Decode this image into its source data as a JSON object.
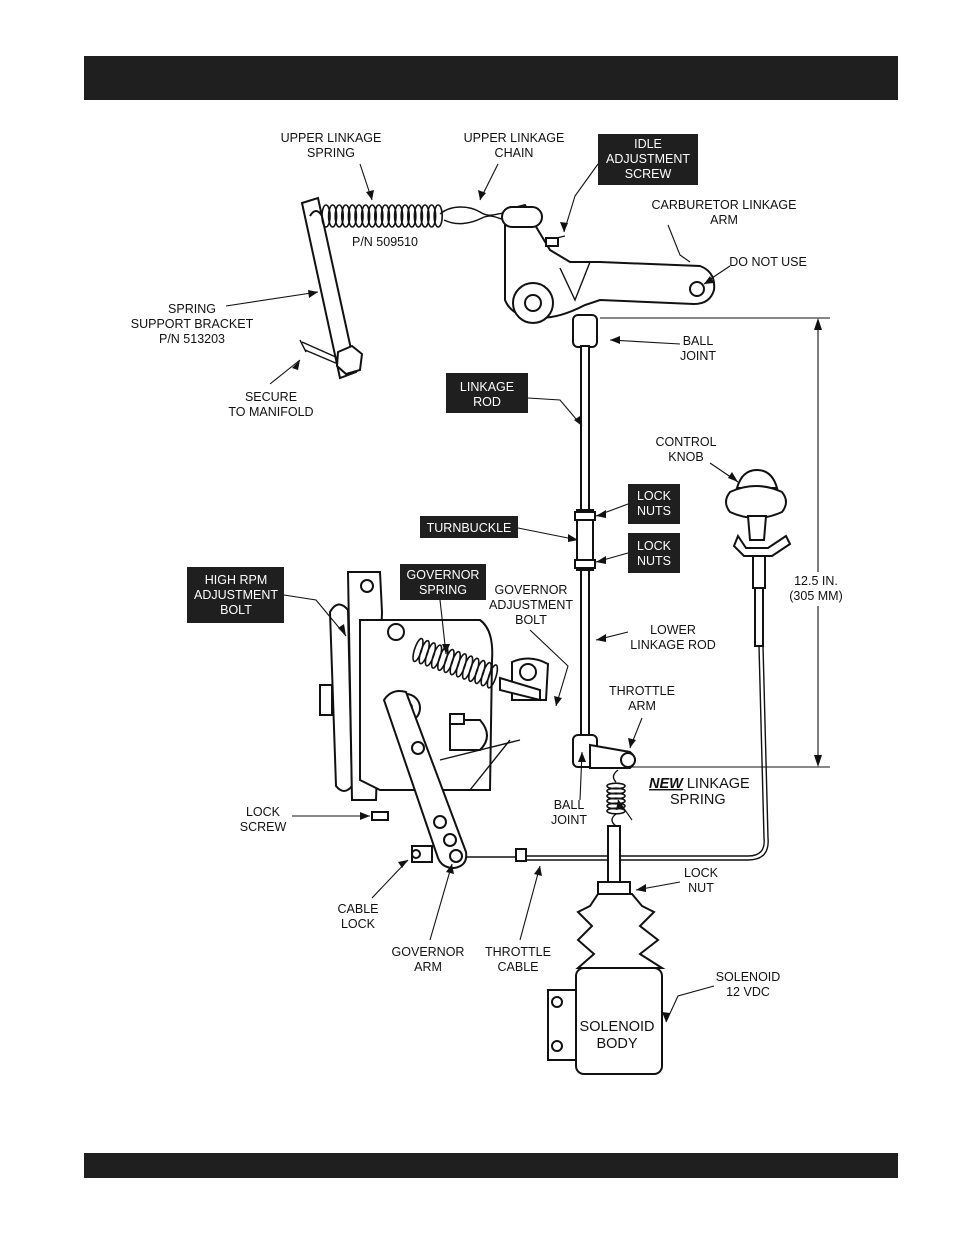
{
  "labels": {
    "upper_linkage_spring": [
      "UPPER LINKAGE",
      "SPRING"
    ],
    "upper_linkage_chain": [
      "UPPER LINKAGE",
      "CHAIN"
    ],
    "idle_adjustment_screw": [
      "IDLE",
      "ADJUSTMENT",
      "SCREW"
    ],
    "carburetor_linkage_arm": [
      "CARBURETOR  LINKAGE",
      "ARM"
    ],
    "part_number_spring": "P/N 509510",
    "do_not_use": "DO NOT USE",
    "spring_support_bracket": [
      "SPRING",
      "SUPPORT BRACKET",
      "P/N 513203"
    ],
    "ball_joint_upper": [
      "BALL",
      "JOINT"
    ],
    "secure_to_manifold": [
      "SECURE",
      "TO MANIFOLD"
    ],
    "linkage_rod": [
      "LINKAGE",
      "ROD"
    ],
    "control_knob": [
      "CONTROL",
      "KNOB"
    ],
    "lock_nuts_upper": [
      "LOCK",
      "NUTS"
    ],
    "turnbuckle": "TURNBUCKLE",
    "lock_nuts_lower": [
      "LOCK",
      "NUTS"
    ],
    "dimension": [
      "12.5 IN.",
      "(305 MM)"
    ],
    "high_rpm_adjustment_bolt": [
      "HIGH RPM",
      "ADJUSTMENT",
      "BOLT"
    ],
    "governor_spring": [
      "GOVERNOR",
      "SPRING"
    ],
    "governor_adjustment_bolt": [
      "GOVERNOR",
      "ADJUSTMENT",
      "BOLT"
    ],
    "lower_linkage_rod": [
      "LOWER",
      "LINKAGE ROD"
    ],
    "throttle_arm": [
      "THROTTLE",
      "ARM"
    ],
    "new_linkage_spring": {
      "emphasis": "NEW",
      "rest": " LINKAGE",
      "line2": "SPRING"
    },
    "ball_joint_lower": [
      "BALL",
      "JOINT"
    ],
    "lock_screw": [
      "LOCK",
      "SCREW"
    ],
    "cable_lock": [
      "CABLE",
      "LOCK"
    ],
    "lock_nut": [
      "LOCK",
      "NUT"
    ],
    "governor_arm": [
      "GOVERNOR",
      "ARM"
    ],
    "throttle_cable": [
      "THROTTLE",
      "CABLE"
    ],
    "solenoid": [
      "SOLENOID",
      "12 VDC"
    ],
    "solenoid_body": [
      "SOLENOID",
      "BODY"
    ]
  }
}
